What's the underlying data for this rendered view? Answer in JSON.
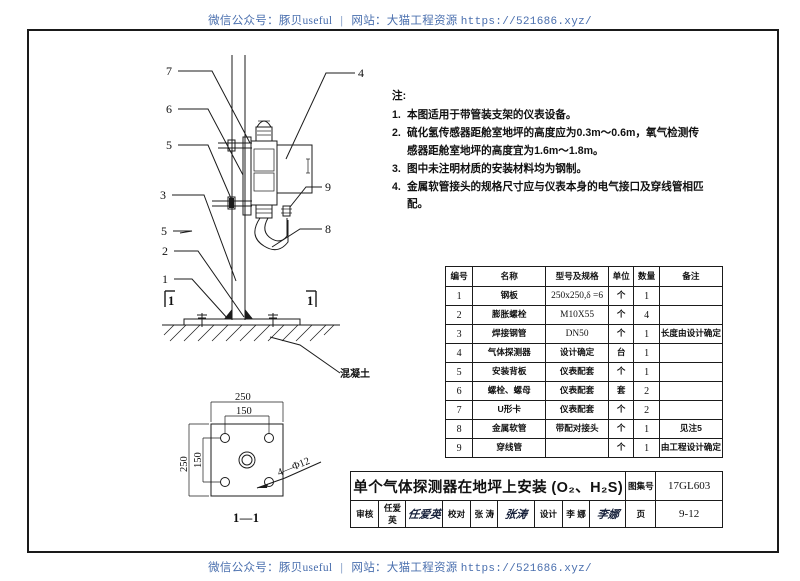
{
  "watermark": {
    "wechat_label": "微信公众号：豚贝useful",
    "separator": "|",
    "site_label": "网站：大猫工程资源",
    "url": "https://521686.xyz/"
  },
  "notes": {
    "title": "注:",
    "items": [
      {
        "num": "1.",
        "text": "本图适用于带管装支架的仪表设备。",
        "cont": ""
      },
      {
        "num": "2.",
        "text": "硫化氢传感器距舱室地坪的高度应为0.3m～0.6m，氧气检测传",
        "cont": "感器距舱室地坪的高度宜为1.6m～1.8m。"
      },
      {
        "num": "3.",
        "text": "图中未注明材质的安装材料均为钢制。",
        "cont": ""
      },
      {
        "num": "4.",
        "text": "金属软管接头的规格尺寸应与仪表本身的电气接口及穿线管相匹配。",
        "cont": ""
      }
    ]
  },
  "bom": {
    "headers": [
      "编号",
      "名称",
      "型号及规格",
      "单位",
      "数量",
      "备注"
    ],
    "rows": [
      {
        "no": "1",
        "name": "钢板",
        "spec": "250x250,δ =6",
        "unit": "个",
        "qty": "1",
        "remark": ""
      },
      {
        "no": "2",
        "name": "膨胀螺栓",
        "spec": "M10X55",
        "unit": "个",
        "qty": "4",
        "remark": ""
      },
      {
        "no": "3",
        "name": "焊接钢管",
        "spec": "DN50",
        "unit": "个",
        "qty": "1",
        "remark": "长度由设计确定"
      },
      {
        "no": "4",
        "name": "气体探测器",
        "spec": "设计确定",
        "unit": "台",
        "qty": "1",
        "remark": ""
      },
      {
        "no": "5",
        "name": "安装背板",
        "spec": "仪表配套",
        "unit": "个",
        "qty": "1",
        "remark": ""
      },
      {
        "no": "6",
        "name": "螺栓、螺母",
        "spec": "仪表配套",
        "unit": "套",
        "qty": "2",
        "remark": ""
      },
      {
        "no": "7",
        "name": "U形卡",
        "spec": "仪表配套",
        "unit": "个",
        "qty": "2",
        "remark": ""
      },
      {
        "no": "8",
        "name": "金属软管",
        "spec": "带配对接头",
        "unit": "个",
        "qty": "1",
        "remark": "见注5"
      },
      {
        "no": "9",
        "name": "穿线管",
        "spec": "",
        "unit": "个",
        "qty": "1",
        "remark": "由工程设计确定"
      }
    ]
  },
  "title_block": {
    "drawing_title": "单个气体探测器在地坪上安装 (O₂、H₂S)",
    "atlas_label": "图集号",
    "atlas_number": "17GL603",
    "page_label": "页",
    "page_number": "9-12",
    "review_label": "审核",
    "review_name": "任爱英",
    "review_sign": "任爱英",
    "check_label": "校对",
    "check_name": "张 涛",
    "check_sign": "张涛",
    "design_label": "设计",
    "design_name": "李 娜",
    "design_sign": "李娜"
  },
  "elevation_view": {
    "callouts": [
      "7",
      "6",
      "5",
      "4",
      "9",
      "8",
      "3",
      "5",
      "2",
      "1"
    ],
    "section_marks": [
      "1",
      "1"
    ],
    "concrete_label": "混凝土"
  },
  "section_view": {
    "title": "1—1",
    "dim_top_outer": "250",
    "dim_top_inner": "150",
    "dim_left_outer": "250",
    "dim_left_inner": "150",
    "hole_note": "4—Φ12"
  }
}
